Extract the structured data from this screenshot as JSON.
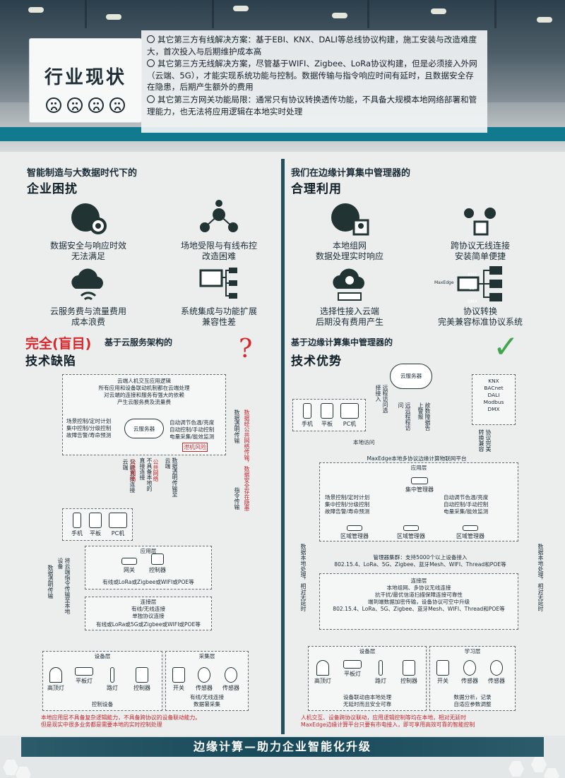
{
  "hero": {
    "title": "行业现状",
    "issues": [
      "其它第三方有线解决方案：基于EBI、KNX、DALI等总线协议构建，施工安装与改造难度大，首次投入与后期维护成本高",
      "其它第三方无线解决方案，尽管基于WIFI、Zigbee、LoRa协议构建，但是必须接入外网（云端、5G），才能实现系统功能与控制。数据传输与指令响应时间有延时，且数据安全存在隐患，后期产生额外的费用",
      "其它第三方网关功能局限：通常只有协议转换透传功能，不具备大规模本地网络部署和管理能力，也无法将应用逻辑在本地实时处理"
    ]
  },
  "left": {
    "subtitle": "智能制造与大数据时代下的",
    "heading": "企业困扰",
    "items": [
      {
        "label1": "数据安全与响应时效",
        "label2": "无法满足"
      },
      {
        "label1": "场地受限与有线布控",
        "label2": "改造困难"
      },
      {
        "label1": "云服务费与流量费用",
        "label2": "成本浪费"
      },
      {
        "label1": "系统集成与功能扩展",
        "label2": "兼容性差"
      }
    ],
    "tech_red": "完全(盲目)",
    "tech_sub": "基于云服务架构的",
    "tech_heading": "技术缺陷",
    "mark": "?",
    "diagram": {
      "cloud_notes": [
        "云端人机交互应用逻辑",
        "所有应用和设备联动机制都在云端处理",
        "对云端的连接和服务有强大的依赖",
        "产生云服务费及流量费"
      ],
      "left_list": [
        "场景控制/定时计划",
        "集中控制/分级控制",
        "故障告警/寿命预测"
      ],
      "right_list": [
        "自动调节色温/亮度",
        "自动控制/手动控制",
        "电量采集/能效监测"
      ],
      "cloud_label": "云服务器",
      "privacy_tag": "泄机风险",
      "only_cloud": "只能直接连接云端",
      "public_net": "公共网络",
      "no_local": "不具备本地的直接连接",
      "upload": "数据透明传输至云端",
      "data_trans": "数据透明传输",
      "pub_risk": "数据经公共网络传输，数据安全存在隐患",
      "cmd_trans": "指令传输",
      "devices": [
        "手机",
        "平板",
        "PC机"
      ],
      "app_layer": "应用层",
      "gateway": "网关",
      "controller": "控制器",
      "app_protocols": "有线或LoRa或Zigbee或WIFI或POE等",
      "conn_layer": "连接层",
      "conn_line1": "有线/无线连接",
      "conn_line2": "单独协议连接",
      "conn_protocols": "有线或LoRa或5G或Zigbee或WIFI或POE等",
      "cloud_cmd": "将云端指令传输至本地设备",
      "data_left": "数据透明传输",
      "device_layer": "设备层",
      "collect_layer": "采集层",
      "lamps": [
        "高顶灯",
        "平板灯",
        "路灯",
        "控制器"
      ],
      "control_dev": "控制设备",
      "sensors": [
        "开关",
        "传感器",
        "传感器"
      ],
      "collect_line1": "有线/无线连接",
      "collect_line2": "数据暑采集",
      "bottom_red1": "本地应用层不具备复杂逻辑能力，不具备跨协议的设备联动能力。",
      "bottom_red2": "但是现实中很多业务都是需要本地的实时控制处理"
    }
  },
  "right": {
    "subtitle": "我们在边缘计算集中管理器的",
    "heading": "合理利用",
    "items": [
      {
        "label1": "本地组网",
        "label2": "数据处理实时响应"
      },
      {
        "label1": "跨协议无线连接",
        "label2": "安装简单便捷"
      },
      {
        "label1": "选择性接入云端",
        "label2": "后期没有费用产生"
      },
      {
        "label1": "协议转换",
        "label2": "完美兼容标准协议系统"
      }
    ],
    "protocol_chips": [
      "KNX",
      "EBI",
      "DMX"
    ],
    "maxedge_chip": "MaxEdge",
    "tech_sub": "基于边缘计算集中管理器的",
    "tech_heading": "技术优势",
    "mark": "✓",
    "diagram": {
      "cloud_label": "云服务器",
      "remote_access": "远程访问选择接入",
      "remote_ctrl": "远远程程访问",
      "fault_report": "故数障据告上警报",
      "local_access": "本地访问",
      "devices": [
        "手机",
        "平板",
        "PC机"
      ],
      "protocol_list": [
        "KNX",
        "BACnet",
        "DALI",
        "Modbus",
        "DMX"
      ],
      "compat": "协议完美转换兼容",
      "platform": "MaxEdge本地多协议边缘计算物联网平台",
      "app_layer": "应用层",
      "central": "集中管理器",
      "left_list": [
        "场景控制/定时计划",
        "集中控制/分级控制",
        "故障告警/寿命预测"
      ],
      "right_list": [
        "自动调节色温/亮度",
        "自动控制/手动控制",
        "电量采集/能效监测"
      ],
      "zone": "区域管理器",
      "cluster1": "管理器集群：支持5000个以上设备接入",
      "cluster2": "802.15.4、LoRa、5G、Zigbee、蓝牙Mesh、WIFI、Thread和POE等",
      "conn_layer": "连接层",
      "conn1": "本地组网、多协议无线连接",
      "conn2": "抗干扰/最优信道扫描保障连接可靠性",
      "conn3": "端到端数据加密传输，设备协议可空中升级",
      "conn4": "802.15.4、LoRa、5G、Zigbee、蓝牙Mesh、WIFI、Thread和POE等",
      "left_vert": "数据本地处理，相对无延时",
      "right_vert": "数据本地处理，相对无延时",
      "device_layer": "设备层",
      "learn_layer": "学习层",
      "lamps": [
        "高顶灯",
        "平板灯",
        "路灯",
        "控制器"
      ],
      "dev_note1": "设备联动由本地处理",
      "dev_note2": "无延时而且安全可靠",
      "sensors": [
        "开关",
        "传感器",
        "传感器"
      ],
      "learn_note1": "数据分析，记录",
      "learn_note2": "自适应参数调整",
      "bottom_red1": "人机交互、设备跨协议联动，应用逻辑控制等均在本地，相对无延时",
      "bottom_red2": "MaxEdge边缘计算平台只要有市电接入，即可享用高效可靠的智能控制"
    }
  },
  "footer": {
    "slogan": "边缘计算—助力企业智能化升级"
  },
  "colors": {
    "accent": "#117a8f",
    "red": "#d8262b",
    "green": "#3fa64d",
    "dark": "#24505e"
  }
}
